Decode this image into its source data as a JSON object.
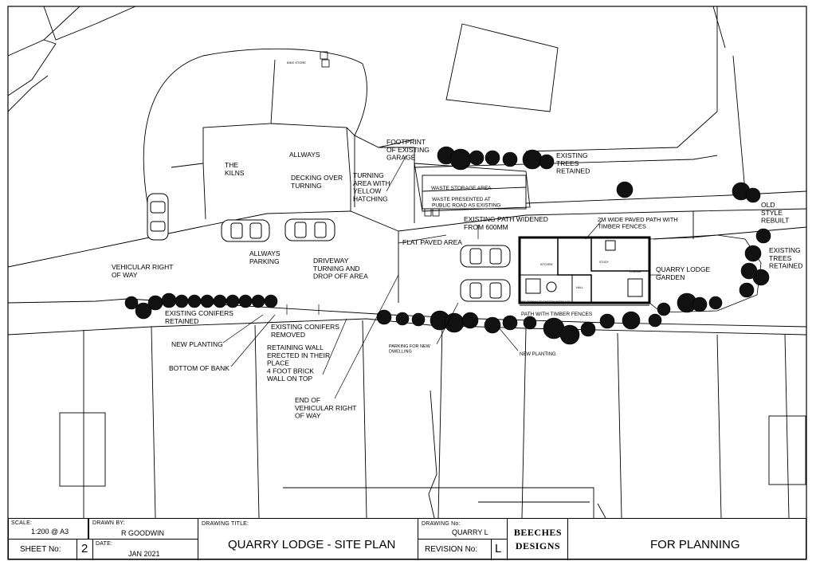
{
  "plan_labels": {
    "kilns": "THE\nKILNS",
    "allways": "ALLWAYS",
    "bike_store": "BIKE STORE",
    "decking": "DECKING OVER\nTURNING",
    "turning_area": "TURNING\nAREA WITH\nYELLOW\nHATCHING",
    "footprint": "FOOTPRINT\nOF EXISTING\nGARAGE",
    "existing_trees_top": "EXISTING\nTREES\nRETAINED",
    "waste_storage": "WASTE STORAGE AREA",
    "waste_presented": "WASTE PRESENTED AT\nPUBLIC ROAD AS EXISTING",
    "path_widened": "EXISTING PATH WIDENED\nFROM 600MM",
    "paved_path": "2M WIDE PAVED PATH WITH\nTIMBER FENCES",
    "old_stile": "OLD\nSTYLE\nREBUILT",
    "flat_paved": "FLAT PAVED AREA",
    "allways_parking": "ALLWAYS\nPARKING",
    "vehicular_row": "VEHICULAR RIGHT\nOF WAY",
    "driveway": "DRIVEWAY\nTURNING AND\nDROP OFF AREA",
    "quarry_garden": "QUARRY LODGE\nGARDEN",
    "existing_trees_right": "EXISTING\nTREES\nRETAINED",
    "conifers_retained": "EXISTING CONIFERS\nRETAINED",
    "conifers_removed": "EXISTING CONIFERS\nREMOVED",
    "path_timber": "PATH WITH TIMBER FENCES",
    "new_planting_left": "NEW PLANTING",
    "retaining_wall": "RETAINING WALL\nERECTED IN THEIR\nPLACE\n4 FOOT BRICK\nWALL ON TOP",
    "parking_new": "PARKING FOR NEW\nDWELLING",
    "new_planting_right": "NEW PLANTING",
    "bottom_bank": "BOTTOM OF BANK",
    "end_row": "END OF\nVEHICULAR RIGHT\nOF WAY",
    "kitchen": "KITCHEN",
    "study": "STUDY",
    "hall": "HALL",
    "lounge": "LOUNGE",
    "sprinkler": "FIRE SPRINKLER SYSTEM INSTALLED"
  },
  "title_block": {
    "scale_label": "SCALE:",
    "scale_value": "1:200 @ A3",
    "drawn_by_label": "DRAWN BY:",
    "drawn_by_value": "R GOODWIN",
    "drawing_title_label": "DRAWING TITLE:",
    "drawing_title_value": "QUARRY LODGE - SITE PLAN",
    "drawing_no_label": "DRAWING No:",
    "drawing_no_value": "QUARRY L",
    "company_line1": "BEECHES",
    "company_line2": "DESIGNS",
    "status": "FOR PLANNING",
    "sheet_no_label": "SHEET No:",
    "sheet_no_value": "2",
    "date_label": "DATE:",
    "date_value": "JAN 2021",
    "revision_label": "REVISION No:",
    "revision_value": "L"
  }
}
